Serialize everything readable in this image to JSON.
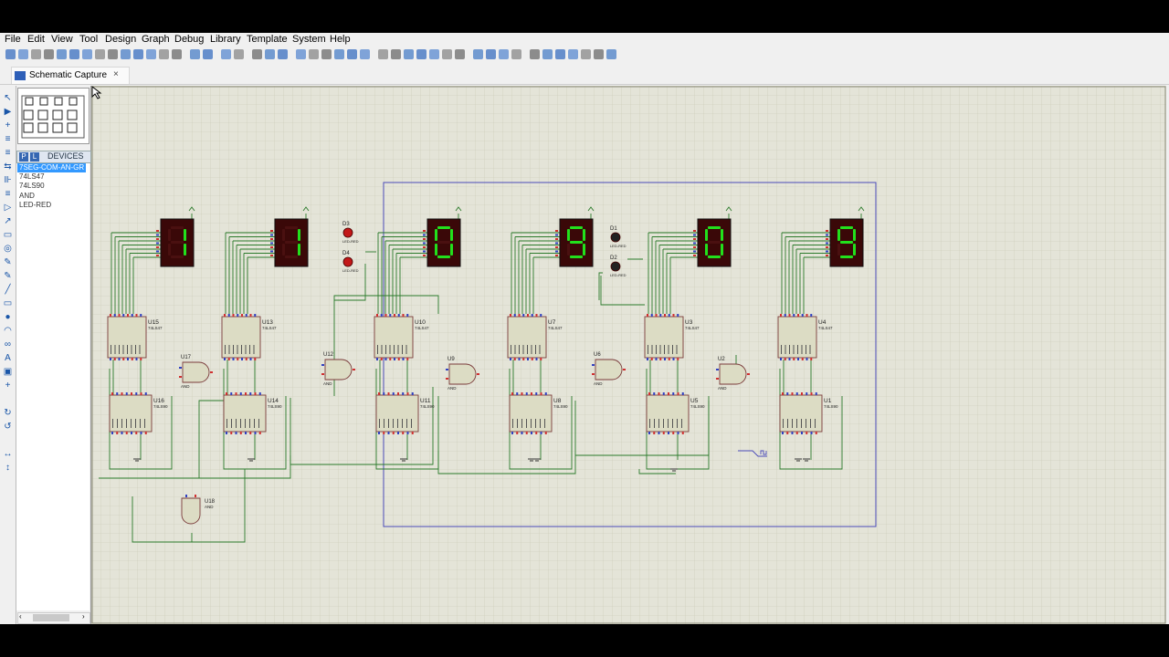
{
  "menu": [
    "File",
    "Edit",
    "View",
    "Tool",
    "Design",
    "Graph",
    "Debug",
    "Library",
    "Template",
    "System",
    "Help"
  ],
  "tab": {
    "label": "Schematic Capture",
    "close": "×"
  },
  "devices": {
    "header": "DEVICES",
    "p_label": "P",
    "l_label": "L",
    "items": [
      "7SEG-COM-AN-GR",
      "74LS47",
      "74LS90",
      "AND",
      "LED-RED"
    ],
    "selected": 0
  },
  "displays": [
    {
      "ref": "",
      "digit": "1"
    },
    {
      "ref": "",
      "digit": "1"
    },
    {
      "ref": "",
      "digit": "0"
    },
    {
      "ref": "",
      "digit": "9"
    },
    {
      "ref": "",
      "digit": "0"
    },
    {
      "ref": "",
      "digit": "9"
    }
  ],
  "decoders": [
    {
      "ref": "U15",
      "part": "74LS47"
    },
    {
      "ref": "U13",
      "part": "74LS47"
    },
    {
      "ref": "U10",
      "part": "74LS47"
    },
    {
      "ref": "U7",
      "part": "74LS47"
    },
    {
      "ref": "U3",
      "part": "74LS47"
    },
    {
      "ref": "U4",
      "part": "74LS47"
    }
  ],
  "counters": [
    {
      "ref": "U16",
      "part": "74LS90"
    },
    {
      "ref": "U14",
      "part": "74LS90"
    },
    {
      "ref": "U11",
      "part": "74LS90"
    },
    {
      "ref": "U8",
      "part": "74LS90"
    },
    {
      "ref": "U5",
      "part": "74LS90"
    },
    {
      "ref": "U1",
      "part": "74LS90"
    }
  ],
  "gates": [
    {
      "ref": "U17",
      "part": "AND"
    },
    {
      "ref": "U12",
      "part": "AND"
    },
    {
      "ref": "U9",
      "part": "AND"
    },
    {
      "ref": "U6",
      "part": "AND"
    },
    {
      "ref": "U2",
      "part": "AND"
    },
    {
      "ref": "U18",
      "part": "AND"
    }
  ],
  "leds": [
    {
      "ref": "D3",
      "part": "LED-RED"
    },
    {
      "ref": "D4",
      "part": "LED-RED"
    },
    {
      "ref": "D1",
      "part": "LED-RED"
    },
    {
      "ref": "D2",
      "part": "LED-RED"
    }
  ],
  "colors": {
    "segment_on": "#22e01c",
    "display_body": "#3a0808",
    "wire": "#2a7a2a",
    "selection": "#4a4ab8",
    "pin_red": "#d03030",
    "pin_blue": "#3040c0"
  }
}
